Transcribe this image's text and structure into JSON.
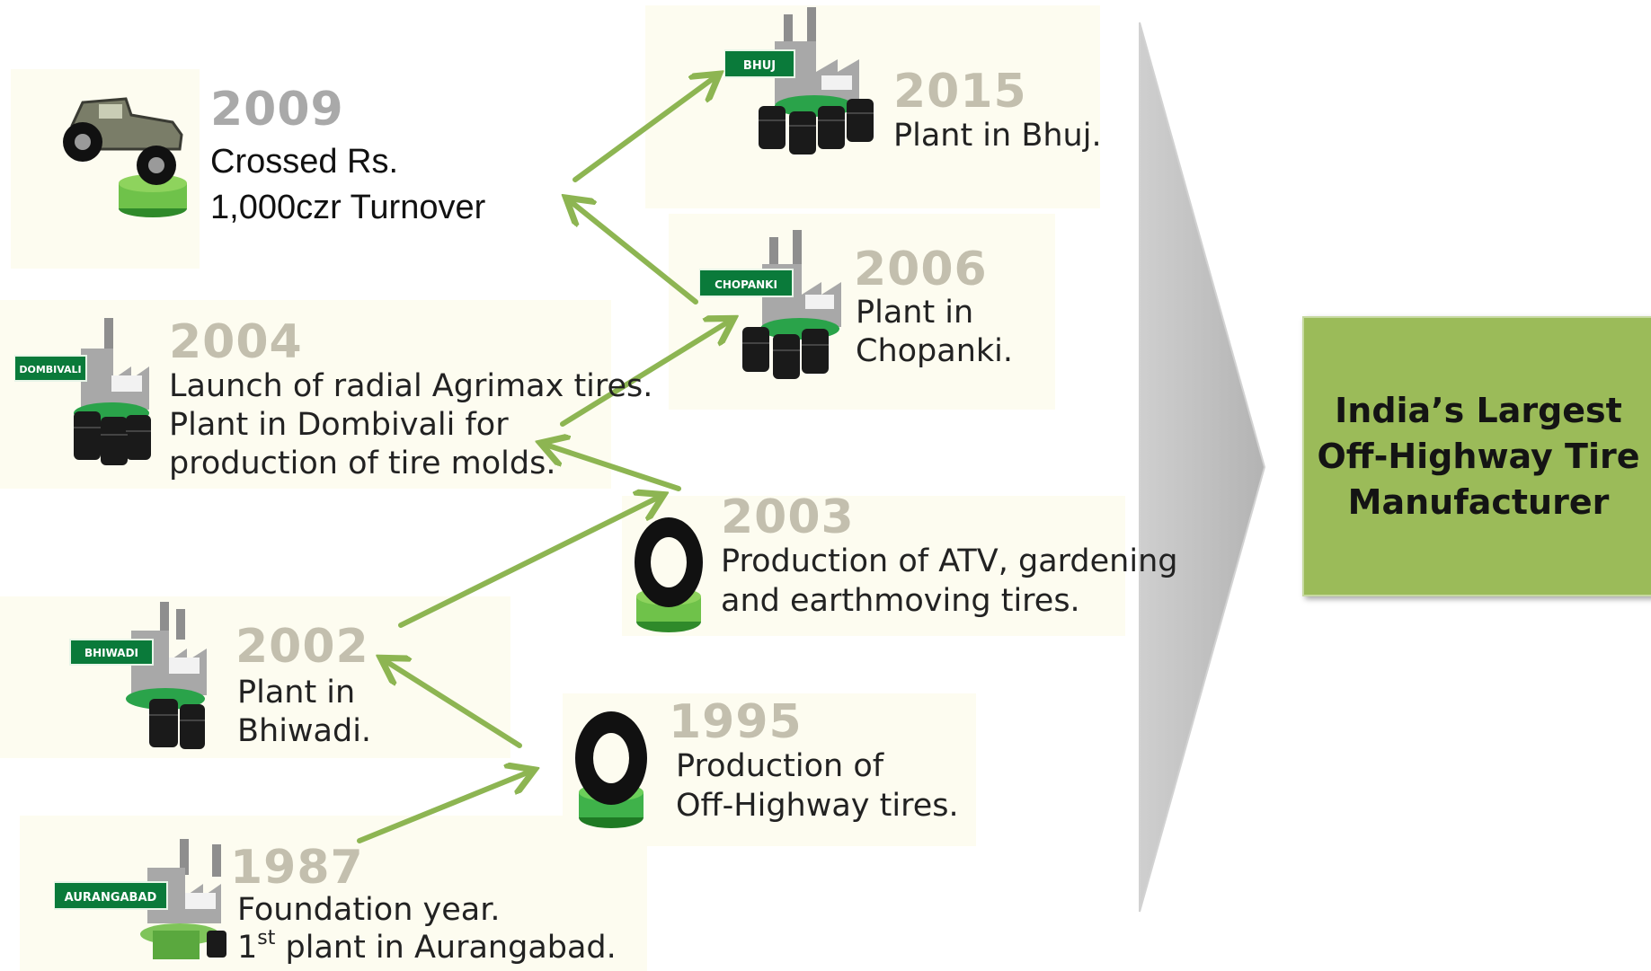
{
  "milestones": [
    {
      "id": "2009",
      "year": "2009",
      "line1": "Crossed Rs.",
      "line2": "1,000czr Turnover",
      "icon": "jeep-icon"
    },
    {
      "id": "2015",
      "year": "2015",
      "line1": "Plant in Bhuj.",
      "icon": "factory-icon",
      "plant_label": "BHUJ"
    },
    {
      "id": "2006",
      "year": "2006",
      "line1": "Plant in",
      "line2": "Chopanki.",
      "icon": "factory-icon",
      "plant_label": "CHOPANKI"
    },
    {
      "id": "2004",
      "year": "2004",
      "line1": "Launch of radial Agrimax tires.",
      "line2": "Plant in Dombivali for",
      "line3": "production of tire molds.",
      "icon": "factory-icon",
      "plant_label": "DOMBIVALI"
    },
    {
      "id": "2003",
      "year": "2003",
      "line1": "Production of ATV, gardening",
      "line2": "and earthmoving tires.",
      "icon": "tire-icon"
    },
    {
      "id": "2002",
      "year": "2002",
      "line1": "Plant in",
      "line2": "Bhiwadi.",
      "icon": "factory-icon",
      "plant_label": "BHIWADI"
    },
    {
      "id": "1995",
      "year": "1995",
      "line1": "Production of",
      "line2": "Off-Highway tires.",
      "icon": "tire-icon"
    },
    {
      "id": "1987",
      "year": "1987",
      "line1": "Foundation year.",
      "line2_num": "1",
      "line2_sup": "st",
      "line2_rest": " plant in Aurangabad.",
      "icon": "factory-icon",
      "plant_label": "AURANGABAD"
    }
  ],
  "result": {
    "text": "India’s Largest Off-Highway Tire Manufacturer"
  },
  "colors": {
    "arrow_green": "#8db552",
    "box_green": "#9bbb59",
    "plant_green": "#0a7a3a",
    "year_beige": "#c3bfae",
    "big_arrow_grey": "#bebebe"
  }
}
